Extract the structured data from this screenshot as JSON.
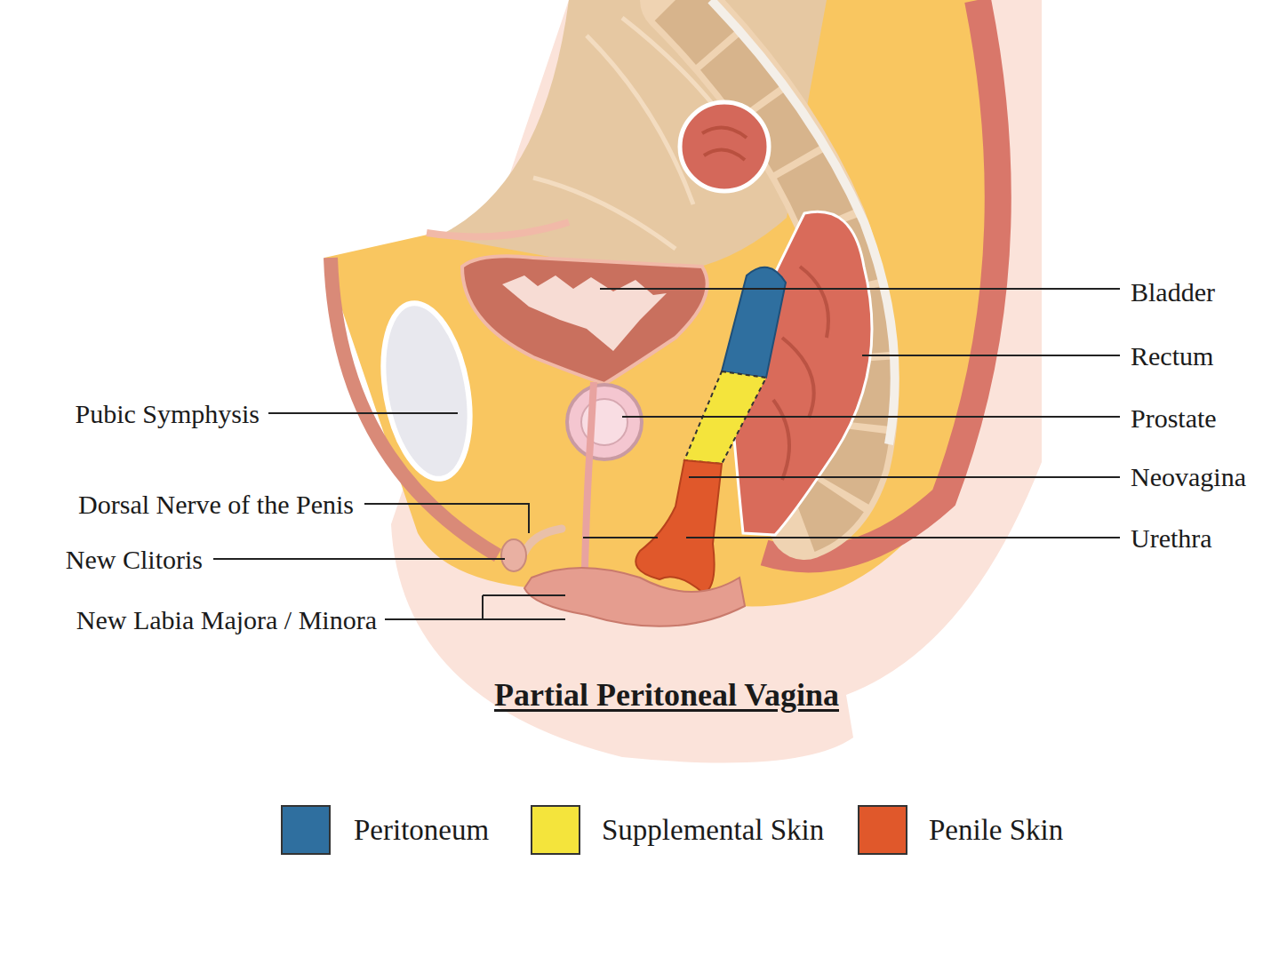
{
  "diagram": {
    "title": "Partial Peritoneal Vagina",
    "labels": [
      "Bladder",
      "Rectum",
      "Prostate",
      "Neovagina",
      "Urethra",
      "Pubic Symphysis",
      "Dorsal Nerve of the Penis",
      "New Clitoris",
      "New Labia Majora / Minora"
    ],
    "legend": [
      {
        "text": "Peritoneum",
        "color": "#2f6f9f"
      },
      {
        "text": "Supplemental Skin",
        "color": "#f4e43c"
      },
      {
        "text": "Penile Skin",
        "color": "#e0582b"
      }
    ]
  }
}
